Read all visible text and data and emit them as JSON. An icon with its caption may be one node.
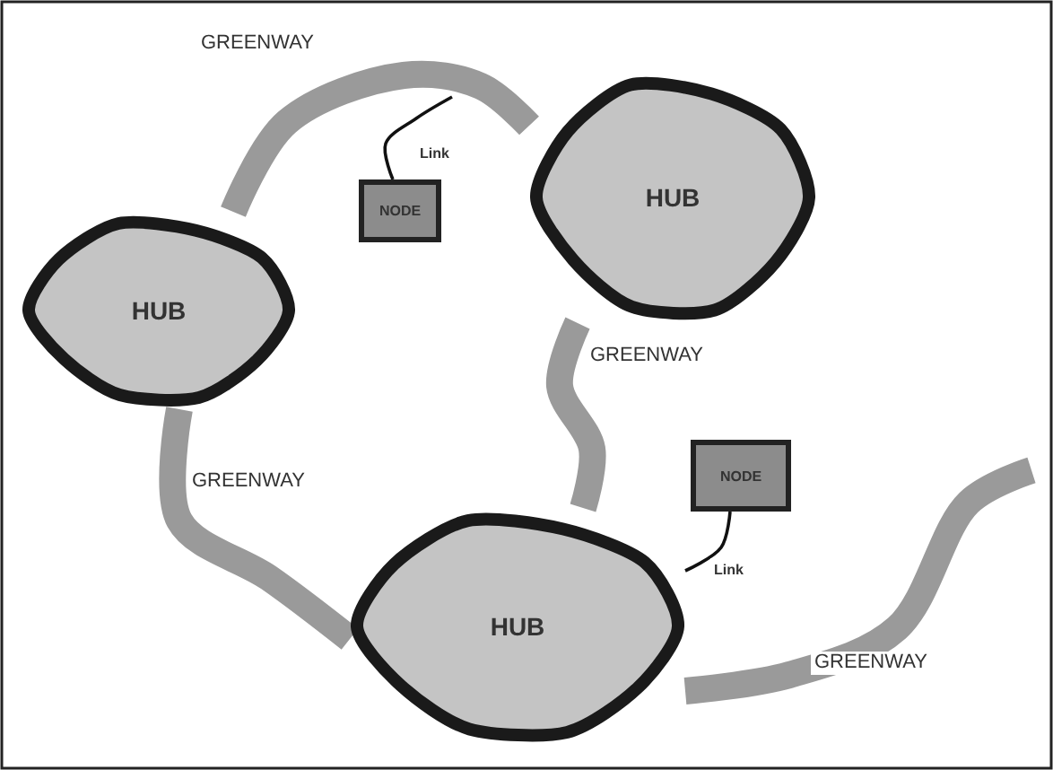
{
  "diagram": {
    "nodes": [
      {
        "text": [
          "HUB"
        ]
      },
      {
        "text": [
          "NODE"
        ]
      },
      {
        "text": [
          "HUB"
        ]
      },
      {
        "text": [
          "NODE"
        ]
      },
      {
        "text": [
          "HUB"
        ]
      }
    ],
    "edges": [
      {
        "from": 2,
        "to": 0,
        "arrow": "none",
        "label": "GREENWAY"
      },
      {
        "from": 0,
        "to": 4,
        "arrow": "none",
        "label": "GREENWAY"
      },
      {
        "from": 2,
        "to": 4,
        "arrow": "none",
        "label": "GREENWAY"
      },
      {
        "from": 4,
        "to": null,
        "arrow": "none",
        "label": "GREENWAY"
      },
      {
        "from": 1,
        "to": null,
        "arrow": "none",
        "label": "Link",
        "color": "#111111"
      },
      {
        "from": 3,
        "to": 4,
        "arrow": "none",
        "label": "Link",
        "color": "#111111"
      }
    ]
  }
}
